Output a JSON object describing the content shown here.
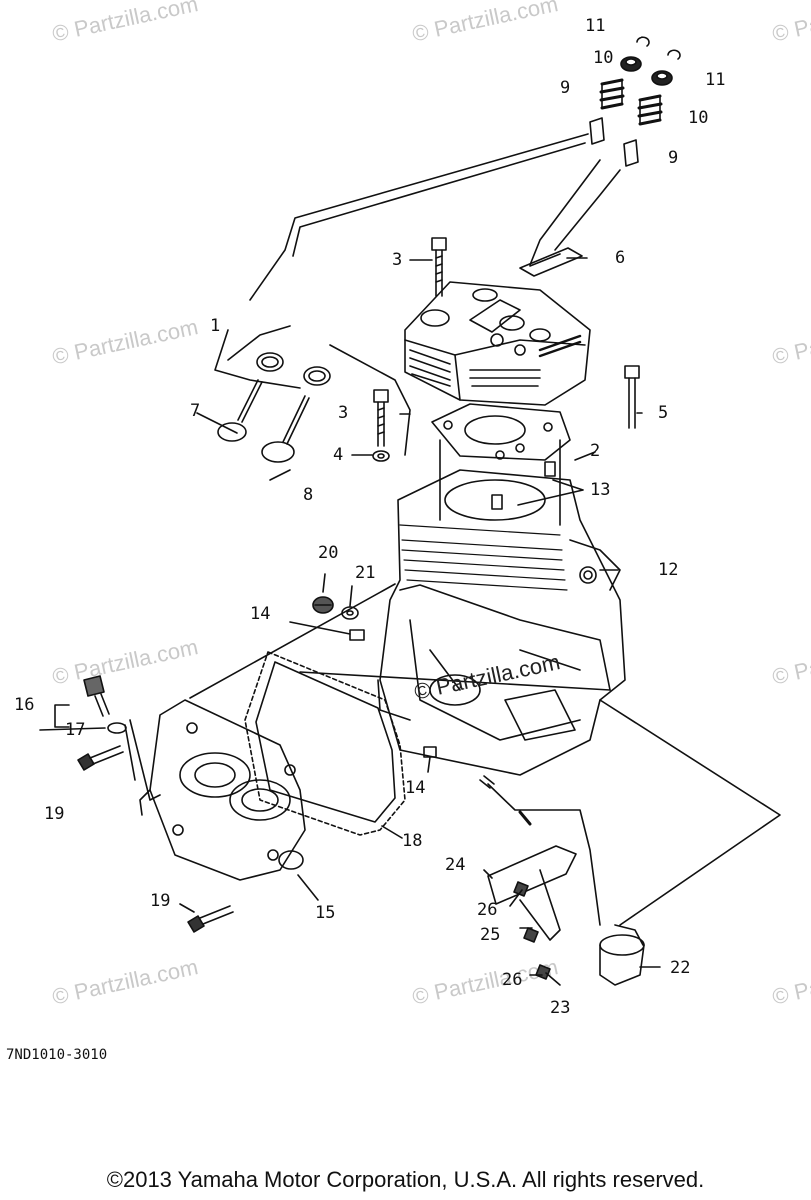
{
  "watermark": "© Partzilla.com",
  "center_watermark": "© Partzilla.com",
  "callouts": {
    "c1": "1",
    "c2": "2",
    "c3a": "3",
    "c3b": "3",
    "c4": "4",
    "c5": "5",
    "c6": "6",
    "c7": "7",
    "c8": "8",
    "c9a": "9",
    "c9b": "9",
    "c10a": "10",
    "c10b": "10",
    "c11a": "11",
    "c11b": "11",
    "c12": "12",
    "c13": "13",
    "c14a": "14",
    "c14b": "14",
    "c15": "15",
    "c16": "16",
    "c17": "17",
    "c18": "18",
    "c19a": "19",
    "c19b": "19",
    "c20": "20",
    "c21": "21",
    "c22": "22",
    "c23": "23",
    "c24": "24",
    "c25": "25",
    "c26a": "26",
    "c26b": "26"
  },
  "part_code": "7ND1010-3010",
  "copyright": "©2013 Yamaha Motor Corporation, U.S.A. All rights reserved."
}
